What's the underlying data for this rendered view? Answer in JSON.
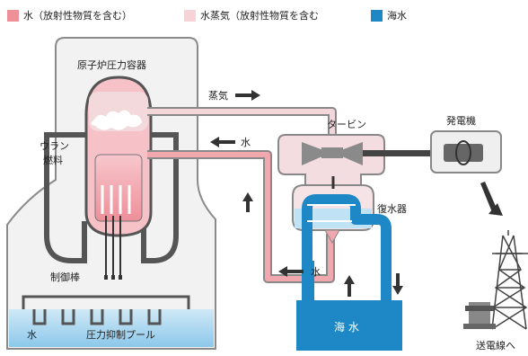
{
  "legend": {
    "water": {
      "label": "水（放射性物質を含む）",
      "color": "#ef8f98"
    },
    "steam": {
      "label": "水蒸気（放射性物質を含む",
      "color": "#f7d2d6"
    },
    "seawater": {
      "label": "海水",
      "color": "#1e88c7"
    }
  },
  "labels": {
    "vessel": "原子炉圧力容器",
    "uranium_1": "ウラン",
    "uranium_2": "燃料",
    "control_rod": "制御棒",
    "pool_water": "水",
    "pool": "圧力抑制プール",
    "steam": "蒸気",
    "water_return": "水",
    "turbine": "タービン",
    "generator": "発電機",
    "condenser": "復水器",
    "condenser_water": "水",
    "seawater": "海 水",
    "transmission": "送電線へ"
  }
}
